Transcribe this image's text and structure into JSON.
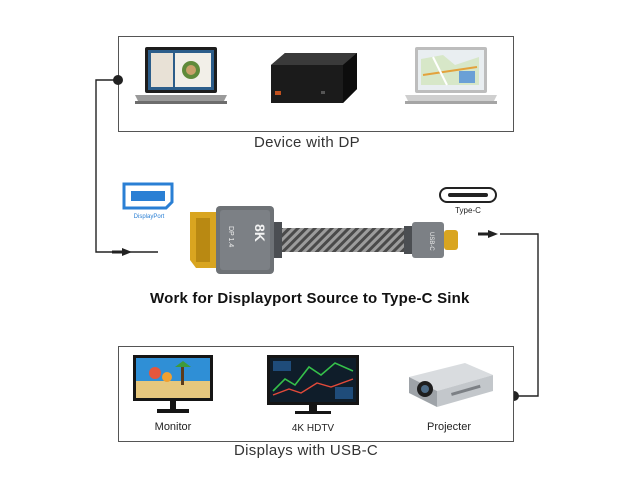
{
  "top_box": {
    "caption": "Device with DP"
  },
  "bottom_box": {
    "caption": "Displays with USB-C",
    "items": [
      {
        "label": "Monitor"
      },
      {
        "label": "4K HDTV"
      },
      {
        "label": "Projecter"
      }
    ]
  },
  "dp_icon": {
    "label": "DisplayPort"
  },
  "typec_icon": {
    "label": "Type-C"
  },
  "cable": {
    "text1": "DP 1.4",
    "text2": "8K",
    "text3": "USB-C"
  },
  "headline": "Work for Displayport Source to Type-C Sink",
  "colors": {
    "line": "#222222",
    "box_border": "#555555",
    "dp_blue": "#2a7fd4",
    "connector_gold": "#d9a520"
  }
}
